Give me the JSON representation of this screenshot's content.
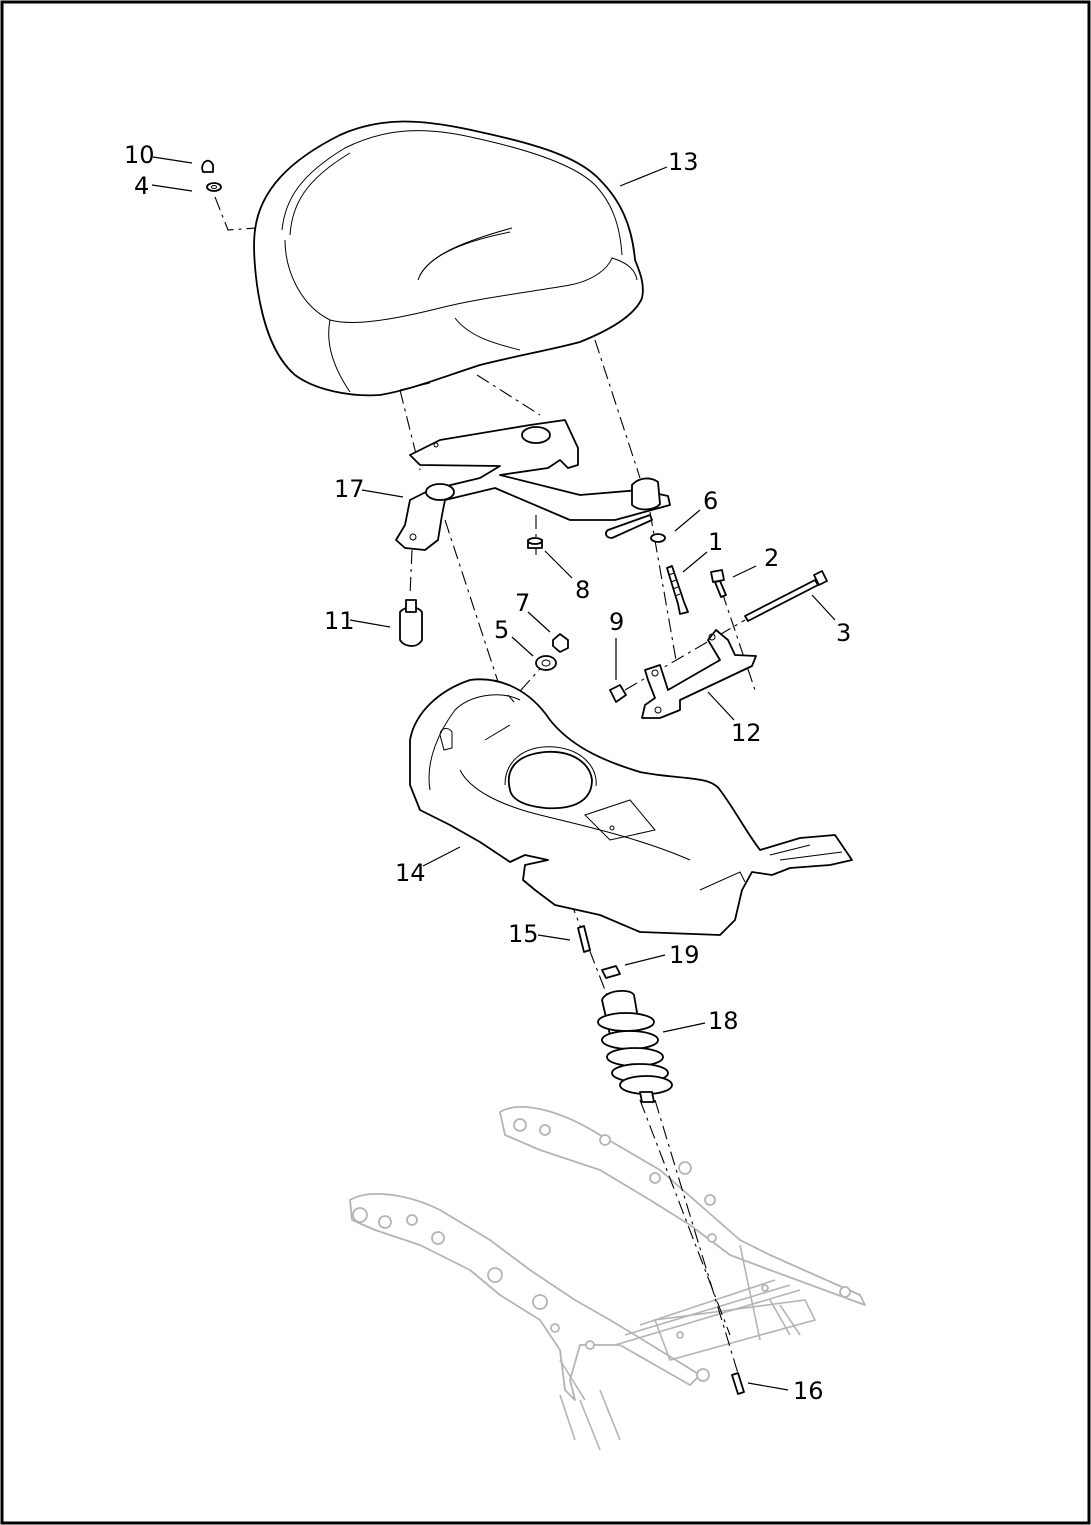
{
  "callouts": {
    "c1": "1",
    "c2": "2",
    "c3": "3",
    "c4": "4",
    "c5": "5",
    "c6": "6",
    "c7": "7",
    "c8": "8",
    "c9": "9",
    "c10": "10",
    "c11": "11",
    "c12": "12",
    "c13": "13",
    "c14": "14",
    "c15": "15",
    "c16": "16",
    "c17": "17",
    "c18": "18",
    "c19": "19"
  },
  "style": {
    "line_color": "#000000",
    "frame_color": "#b4b4b4",
    "background": "#ffffff"
  }
}
